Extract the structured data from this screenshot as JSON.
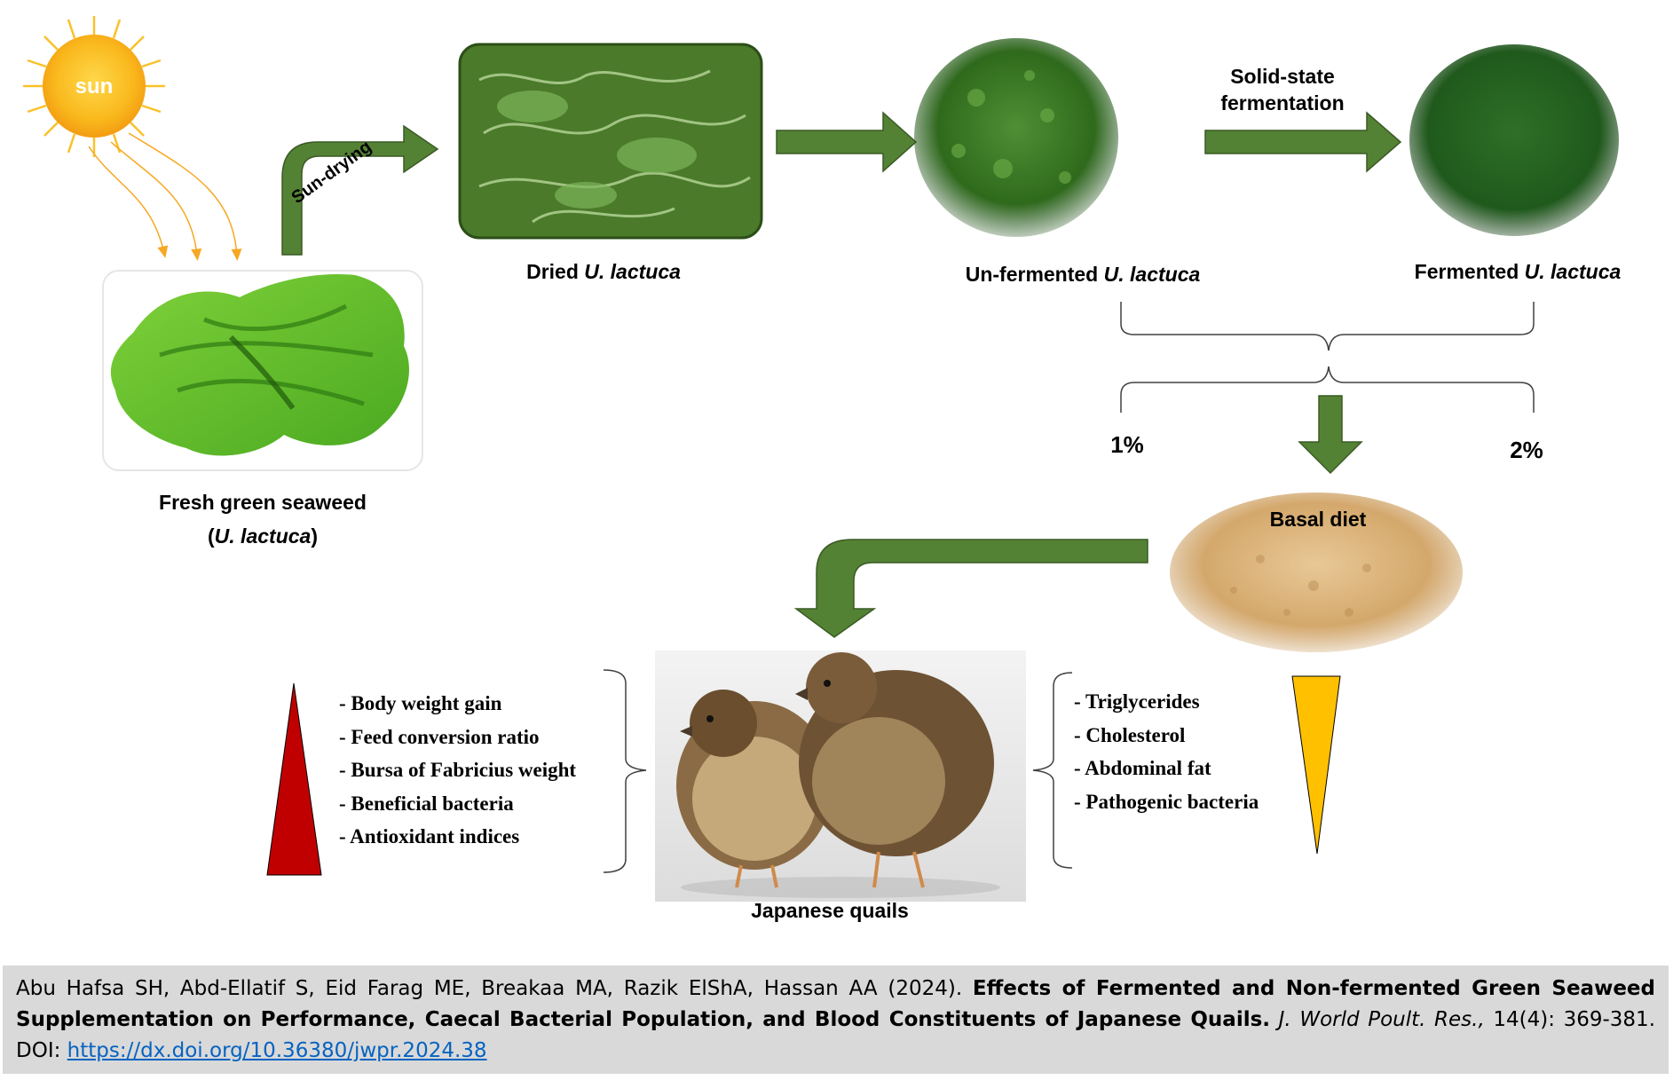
{
  "nodes": {
    "sun": "sun",
    "fresh": {
      "line1": "Fresh green seaweed",
      "open": "(",
      "species": "U. lactuca",
      "close": ")"
    },
    "dried": {
      "prefix": "Dried ",
      "species": "U. lactuca"
    },
    "unfermented": {
      "prefix": "Un-fermented ",
      "species": "U. lactuca"
    },
    "fermented": {
      "prefix": "Fermented ",
      "species": "U. lactuca"
    },
    "basal": "Basal diet",
    "quails": "Japanese quails"
  },
  "edges": {
    "sun_drying": "Sun-drying",
    "ssf_line1": "Solid-state",
    "ssf_line2": "fermentation",
    "level_1": "1%",
    "level_2": "2%"
  },
  "increased": [
    "Body weight gain",
    "Feed conversion ratio",
    "Bursa of Fabricius weight",
    "Beneficial bacteria",
    "Antioxidant indices"
  ],
  "decreased": [
    "Triglycerides",
    "Cholesterol",
    "Abdominal fat",
    "Pathogenic bacteria"
  ],
  "citation": {
    "authors": "Abu Hafsa SH, Abd-Ellatif S, Eid Farag ME, Breakaa MA, Razik ElShA, Hassan AA (2024).",
    "title": "Effects of Fermented and Non-fermented Green Seaweed Supplementation on Performance, Caecal Bacterial Population, and Blood Constituents of Japanese Quails.",
    "journal": "J. World Poult. Res.,",
    "volume": "14(4): 369-381. DOI:",
    "doi_url": "https://dx.doi.org/10.36380/jwpr.2024.38"
  },
  "colors": {
    "arrow_green": "#548235",
    "arrow_dark": "#3a5a24",
    "sun_orange": "#f6a823",
    "up_triangle": "#c00000",
    "down_triangle": "#ffc000",
    "citation_bg": "#d9d9d9",
    "link": "#0563c1"
  }
}
